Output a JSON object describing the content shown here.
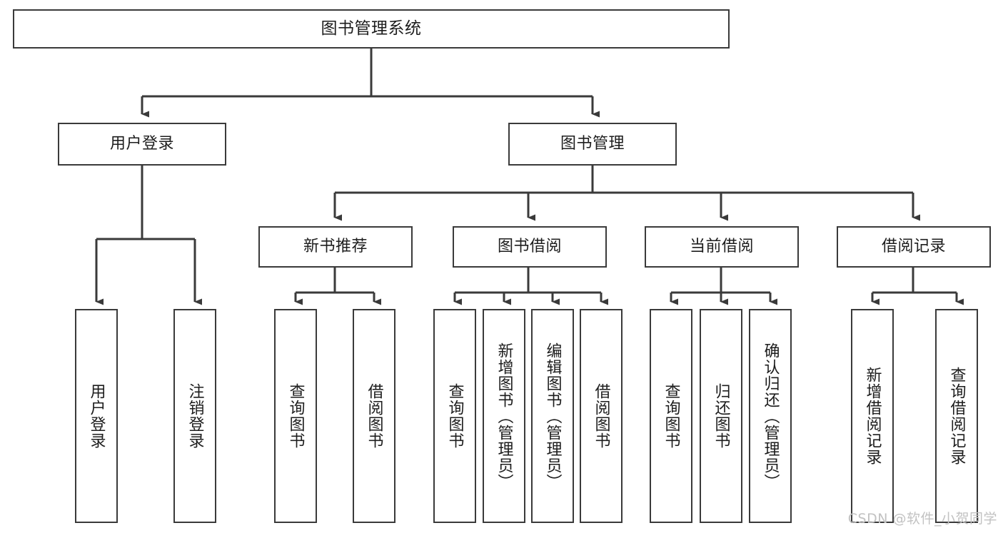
{
  "diagram": {
    "title": "图书管理系统",
    "type": "tree",
    "watermark": "CSDN @软件_小贺同学",
    "colors": {
      "box_border": "#3a3a3a",
      "box_fill": "#ffffff",
      "connector": "#3a3a3a",
      "text": "#1d1d1d",
      "watermark": "#c2c2c2",
      "background": "#ffffff"
    },
    "levels": {
      "root": {
        "label": "图书管理系统"
      },
      "level2": [
        {
          "label": "用户登录"
        },
        {
          "label": "图书管理"
        }
      ],
      "level3": [
        {
          "label": "新书推荐"
        },
        {
          "label": "图书借阅"
        },
        {
          "label": "当前借阅"
        },
        {
          "label": "借阅记录"
        }
      ],
      "leaves": {
        "user_login": [
          {
            "label": "用户登录"
          },
          {
            "label": "注销登录"
          }
        ],
        "new_book_recommend": [
          {
            "label": "查询图书"
          },
          {
            "label": "借阅图书"
          }
        ],
        "book_borrow": [
          {
            "label": "查询图书"
          },
          {
            "label": "新增图书（管理员）"
          },
          {
            "label": "编辑图书（管理员）"
          },
          {
            "label": "借阅图书"
          }
        ],
        "current_borrow": [
          {
            "label": "查询图书"
          },
          {
            "label": "归还图书"
          },
          {
            "label": "确认归还（管理员）"
          }
        ],
        "borrow_record": [
          {
            "label": "新增借阅记录"
          },
          {
            "label": "查询借阅记录"
          }
        ]
      }
    }
  }
}
